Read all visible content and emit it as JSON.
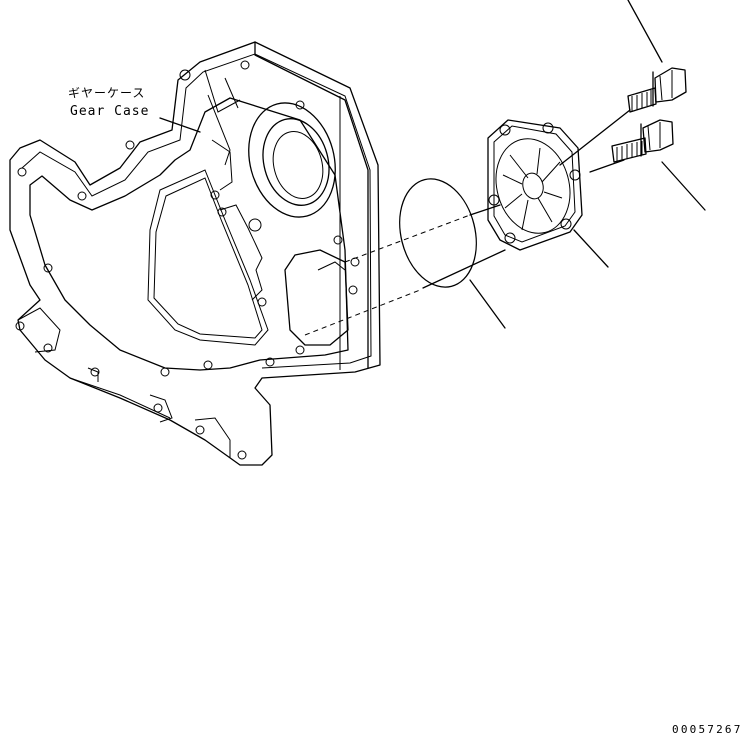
{
  "labels": {
    "gear_case_jp": "ギヤーケース",
    "gear_case_en": "Gear Case",
    "drawing_number": "00057267"
  },
  "colors": {
    "line": "#000000",
    "background": "#ffffff"
  }
}
